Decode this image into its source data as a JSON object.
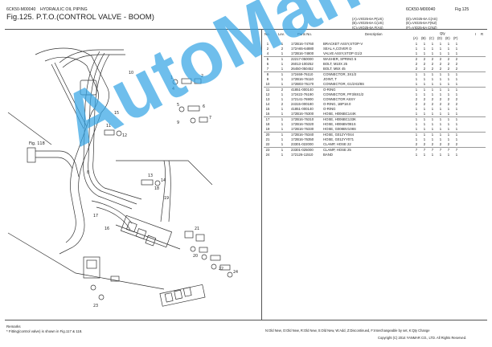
{
  "header": {
    "code_left": "6CK50-M00040",
    "section": "HYDRAULIC OIL PIPING",
    "title": "Fig.125.  P.T.O.(CONTROL VALVE - BOOM)",
    "code_right": "6CK50-M00040",
    "fig_right": "Fig.125"
  },
  "models": {
    "left": [
      "(A)=VIO25-6A P(US)",
      "(B)=VIO25-6A C(US)",
      "(C)=VIO25-6A F(AS)"
    ],
    "right": [
      "(D)=VIO25-6A C(AS)",
      "(E)=VIO25-6A F(NZ)",
      "(F)=VIO25-6A C(NZ)"
    ]
  },
  "table": {
    "col_no": "No.",
    "col_lev": "Lev.",
    "col_pn": "Parts No.",
    "col_desc": "Description",
    "col_qty": "Qty",
    "col_i": "I",
    "col_r": "R",
    "qty_cols": [
      "(A)",
      "(B)",
      "(C)",
      "(D)",
      "(E)",
      "(F)"
    ],
    "rows": [
      {
        "no": "1",
        "lev": "1",
        "pn": "172B16-74760",
        "desc": "BRACKET ASSY,STOP-V",
        "q": [
          "1",
          "1",
          "1",
          "1",
          "1",
          "1"
        ]
      },
      {
        "no": "2",
        "lev": "2",
        "pn": "172A65-64880",
        "desc": "SEAL A,COVER D",
        "q": [
          "1",
          "1",
          "1",
          "1",
          "1",
          "1"
        ]
      },
      {
        "no": "4",
        "lev": "1",
        "pn": "172B16-74800",
        "desc": "VALVE ASSY,STOP G1/2",
        "q": [
          "1",
          "1",
          "1",
          "1",
          "1",
          "1"
        ]
      },
      {
        "no": "5",
        "lev": "1",
        "pn": "22217-050000",
        "desc": "WASHER, SPRING 5",
        "q": [
          "2",
          "2",
          "2",
          "2",
          "2",
          "2"
        ]
      },
      {
        "no": "6",
        "lev": "1",
        "pn": "26013-100252",
        "desc": "BOLT, M10X 25",
        "q": [
          "2",
          "2",
          "2",
          "2",
          "2",
          "2"
        ]
      },
      {
        "no": "7",
        "lev": "1",
        "pn": "26450-050452",
        "desc": "BOLT, M5X 45",
        "q": [
          "2",
          "2",
          "2",
          "2",
          "2",
          "2"
        ]
      },
      {
        "no": "8",
        "lev": "1",
        "pn": "172469-76110",
        "desc": "CONNECTOR, 3X1/2",
        "q": [
          "1",
          "1",
          "1",
          "1",
          "1",
          "1"
        ]
      },
      {
        "no": "9",
        "lev": "1",
        "pn": "172B16-76110",
        "desc": "JOINT, T",
        "q": [
          "1",
          "1",
          "1",
          "1",
          "1",
          "1"
        ]
      },
      {
        "no": "10",
        "lev": "1",
        "pn": "172B03-76170",
        "desc": "CONNECTOR, G1/2X3/8S",
        "q": [
          "1",
          "1",
          "1",
          "1",
          "1",
          "1"
        ]
      },
      {
        "no": "11",
        "lev": "2",
        "pn": "41851-000140",
        "desc": "O-RING",
        "q": [
          "1",
          "1",
          "1",
          "1",
          "1",
          "1"
        ]
      },
      {
        "no": "12",
        "lev": "1",
        "pn": "172422-76190",
        "desc": "CONNECTOR, PF3/8X1/2",
        "q": [
          "1",
          "1",
          "1",
          "1",
          "1",
          "1"
        ]
      },
      {
        "no": "13",
        "lev": "1",
        "pn": "172141-76900",
        "desc": "CONNECTOR ASSY",
        "q": [
          "2",
          "2",
          "2",
          "2",
          "2",
          "2"
        ]
      },
      {
        "no": "14",
        "lev": "2",
        "pn": "24315-000180",
        "desc": "O-RING, 1BP18.0",
        "q": [
          "2",
          "2",
          "2",
          "2",
          "2",
          "2"
        ]
      },
      {
        "no": "15",
        "lev": "1",
        "pn": "41851-000140",
        "desc": "O-RING",
        "q": [
          "1",
          "1",
          "1",
          "1",
          "1",
          "1"
        ]
      },
      {
        "no": "16",
        "lev": "1",
        "pn": "172B16-76300",
        "desc": "HOSE, H006BC144K",
        "q": [
          "1",
          "1",
          "1",
          "1",
          "1",
          "1"
        ]
      },
      {
        "no": "17",
        "lev": "1",
        "pn": "172B16-76310",
        "desc": "HOSE, H006BC133K",
        "q": [
          "1",
          "1",
          "1",
          "1",
          "1",
          "1"
        ]
      },
      {
        "no": "18",
        "lev": "1",
        "pn": "172B16-76320",
        "desc": "HOSE, H006BV081S",
        "q": [
          "1",
          "1",
          "1",
          "1",
          "1",
          "1"
        ]
      },
      {
        "no": "19",
        "lev": "1",
        "pn": "172B16-76330",
        "desc": "HOSE, G008BV108S",
        "q": [
          "1",
          "1",
          "1",
          "1",
          "1",
          "1"
        ]
      },
      {
        "no": "20",
        "lev": "1",
        "pn": "172B16-76340",
        "desc": "HOSE, G012YY044",
        "q": [
          "1",
          "1",
          "1",
          "1",
          "1",
          "1"
        ]
      },
      {
        "no": "21",
        "lev": "1",
        "pn": "172B16-76350",
        "desc": "HOSE, G012YY071",
        "q": [
          "1",
          "1",
          "1",
          "1",
          "1",
          "1"
        ]
      },
      {
        "no": "22",
        "lev": "1",
        "pn": "23301-022000",
        "desc": "CLAMP, HOSE  22",
        "q": [
          "2",
          "2",
          "2",
          "2",
          "2",
          "2"
        ]
      },
      {
        "no": "23",
        "lev": "1",
        "pn": "23301-025000",
        "desc": "CLAMP, HOSE  25",
        "q": [
          "7",
          "7",
          "7",
          "7",
          "7",
          "7"
        ]
      },
      {
        "no": "24",
        "lev": "1",
        "pn": "172126-11510",
        "desc": "BAND",
        "q": [
          "1",
          "1",
          "1",
          "1",
          "1",
          "1"
        ]
      }
    ]
  },
  "remarks": {
    "title": "Remarks",
    "line1": "* Fitting(control valve) is shown in Fig.117 & 118."
  },
  "drawing": {
    "fig_ref": "Fig. 118",
    "callouts": [
      "1",
      "2",
      "4",
      "5",
      "6",
      "7",
      "8",
      "9",
      "10",
      "11",
      "12",
      "13",
      "14",
      "15",
      "16",
      "17",
      "18",
      "19",
      "20",
      "21",
      "22",
      "23",
      "24"
    ]
  },
  "footer": {
    "legend": "N:Old  New, O:Old  New, R:Old  New, S:Old  New, W:Add, Z:Discontinued, F:Interchangeable by set, K:Qty Change",
    "copyright": "Copyright (C) 2014 YANMAR CO., LTD. All Rights Reserved."
  },
  "watermark": "AutoManual",
  "colors": {
    "watermark": "#37a6e6",
    "line": "#555555"
  }
}
